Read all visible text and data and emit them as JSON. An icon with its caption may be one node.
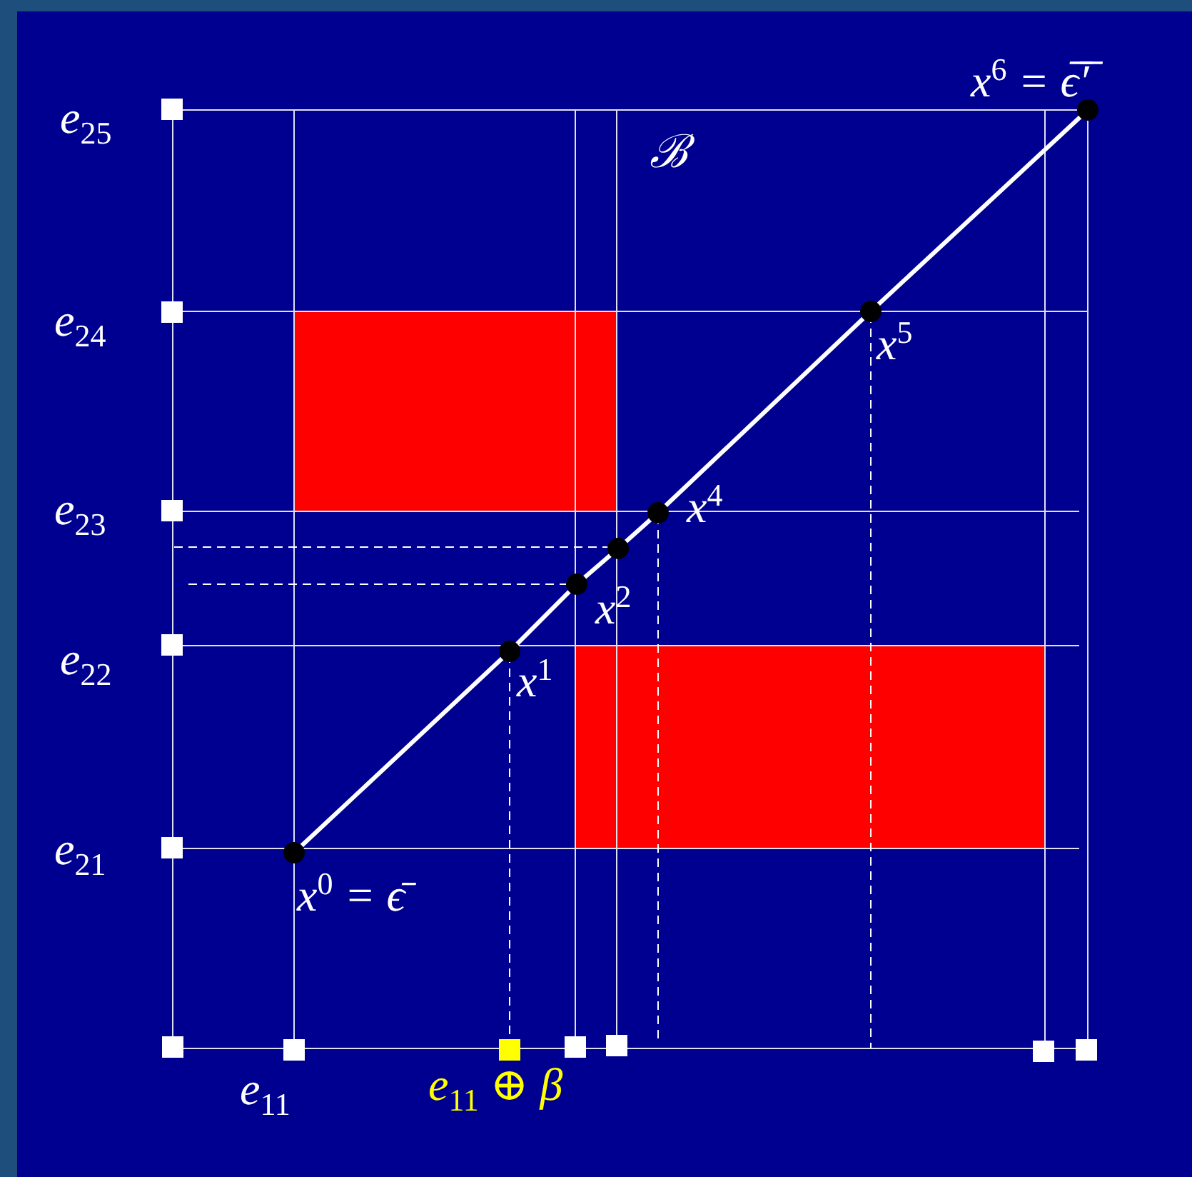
{
  "diagram": {
    "labels": [
      "x$^{6}$ = ϵ̅′̅",
      "e$_{25}$",
      "ℬ",
      "e$_{24}$",
      "x$^{5}$",
      "e$_{23}$",
      "x$^{4}$",
      "x$^{2}$",
      "e$_{22}$",
      "x$^{1}$",
      "e$_{21}$",
      "x$^{0}$ = ϵ̄",
      "e$_{11}$",
      "e$_{11}$ ⊕ β"
    ]
  }
}
